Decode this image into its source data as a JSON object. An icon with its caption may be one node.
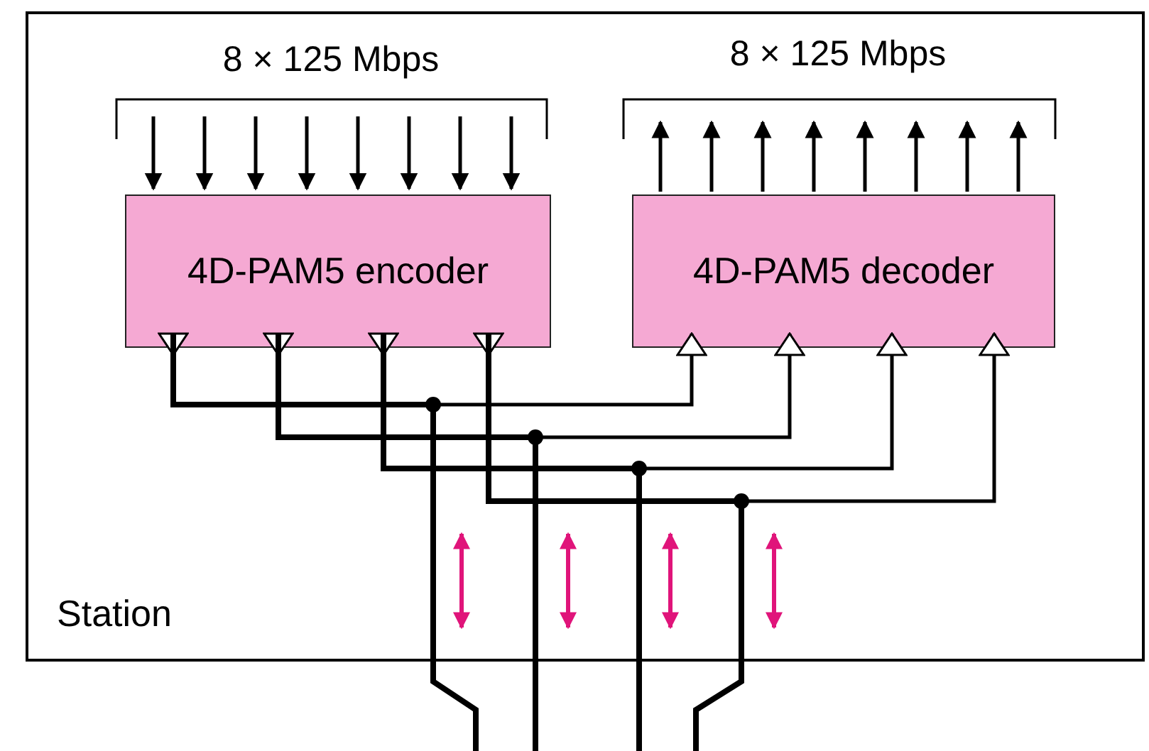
{
  "diagram": {
    "nodes": [
      {
        "text": [
          "Station"
        ]
      },
      {
        "text": [
          "4D-PAM5 encoder"
        ],
        "in": 0
      },
      {
        "text": [
          "4D-PAM5 decoder"
        ],
        "in": 0
      }
    ],
    "edges": [
      {
        "from": null,
        "to": 1,
        "arrow": "to"
      },
      {
        "from": null,
        "to": 1,
        "arrow": "to"
      },
      {
        "from": null,
        "to": 1,
        "arrow": "to"
      },
      {
        "from": null,
        "to": 1,
        "arrow": "to"
      },
      {
        "from": null,
        "to": 1,
        "arrow": "to"
      },
      {
        "from": null,
        "to": 1,
        "arrow": "to"
      },
      {
        "from": null,
        "to": 1,
        "arrow": "to"
      },
      {
        "from": null,
        "to": 1,
        "arrow": "to"
      },
      {
        "from": 2,
        "to": null,
        "arrow": "to"
      },
      {
        "from": 2,
        "to": null,
        "arrow": "to"
      },
      {
        "from": 2,
        "to": null,
        "arrow": "to"
      },
      {
        "from": 2,
        "to": null,
        "arrow": "to"
      },
      {
        "from": 2,
        "to": null,
        "arrow": "to"
      },
      {
        "from": 2,
        "to": null,
        "arrow": "to"
      },
      {
        "from": 2,
        "to": null,
        "arrow": "to"
      },
      {
        "from": 2,
        "to": null,
        "arrow": "to"
      },
      {
        "from": 1,
        "to": 2,
        "arrow": "to"
      },
      {
        "from": 1,
        "to": 2,
        "arrow": "to"
      },
      {
        "from": 1,
        "to": 2,
        "arrow": "to"
      },
      {
        "from": 1,
        "to": 2,
        "arrow": "to"
      },
      {
        "from": 1,
        "to": null,
        "arrow": "none"
      },
      {
        "from": 1,
        "to": null,
        "arrow": "none"
      },
      {
        "from": 1,
        "to": null,
        "arrow": "none"
      },
      {
        "from": 1,
        "to": null,
        "arrow": "none"
      }
    ],
    "labels": [
      "8 × 125 Mbps",
      "8 × 125 Mbps"
    ]
  }
}
